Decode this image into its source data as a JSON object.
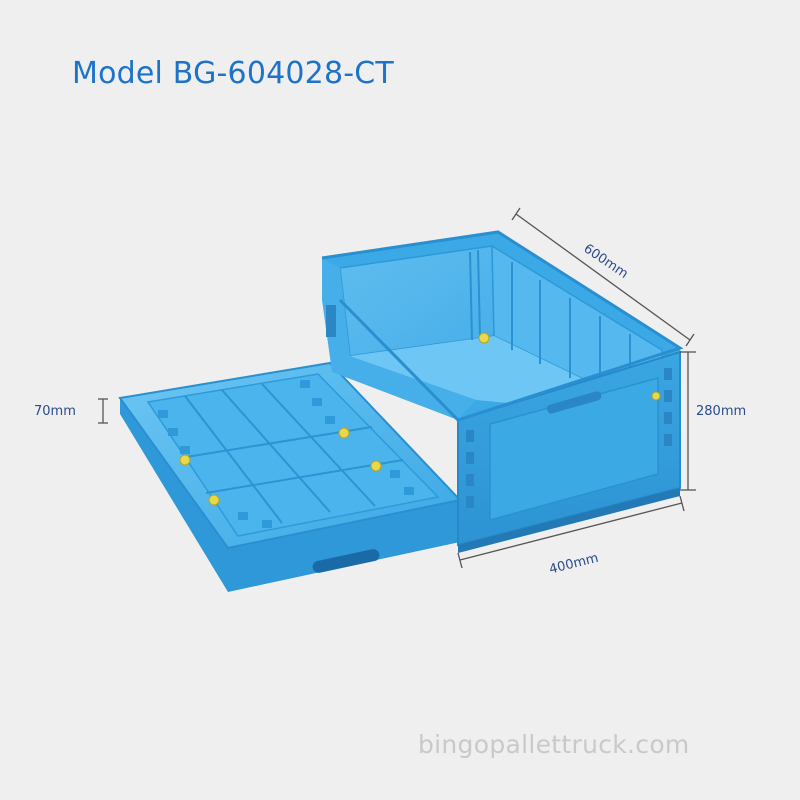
{
  "title": "Model BG-604028-CT",
  "watermark": "bingopallettruck.com",
  "dimensions": {
    "length": "600mm",
    "width": "400mm",
    "height": "280mm",
    "folded_height": "70mm"
  },
  "colors": {
    "background": "#efefef",
    "title": "#1c73c9",
    "crate": "#3aa9e6",
    "dimension_text": "#2b4b8c",
    "watermark": "#c9c9c9"
  }
}
